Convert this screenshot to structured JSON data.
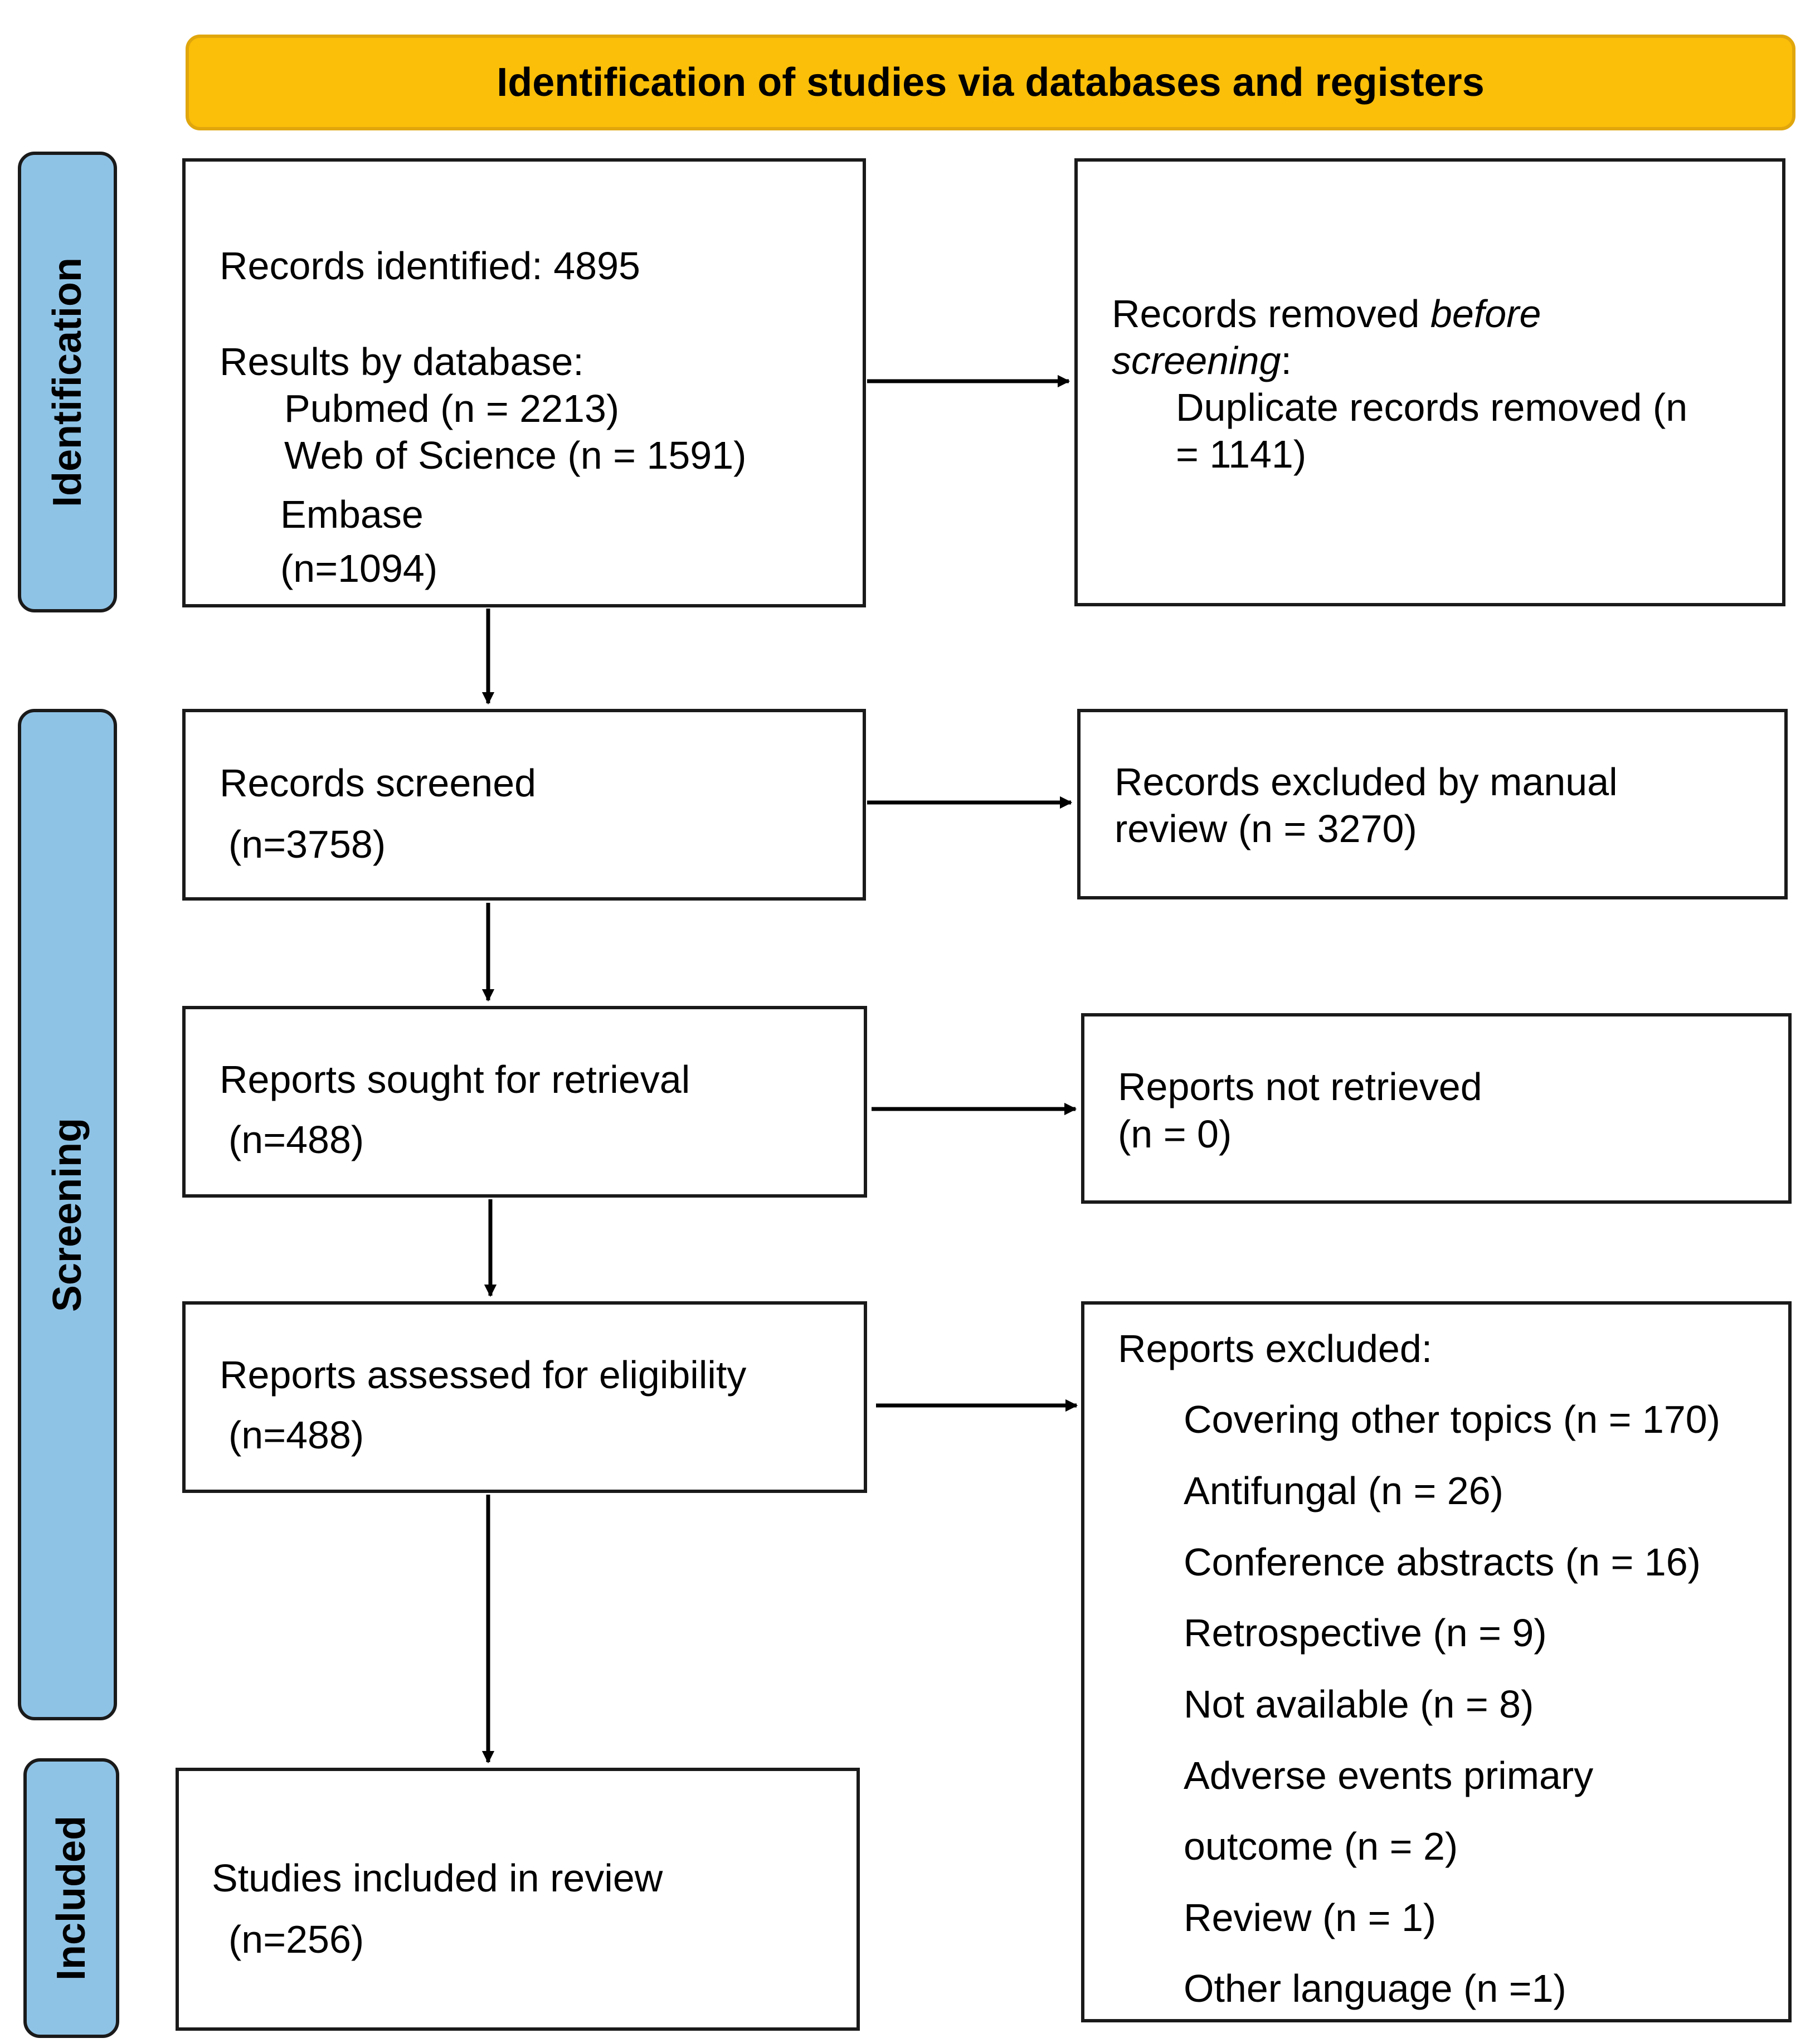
{
  "header": {
    "title": "Identification of studies via databases and registers"
  },
  "phases": {
    "identification": "Identification",
    "screening": "Screening",
    "included": "Included"
  },
  "identified": {
    "line1": "Records identified: 4895",
    "line2": "Results by database:",
    "line3": "Pubmed (n = 2213)",
    "line4": "Web of Science (n = 1591)",
    "line5": "Embase",
    "line6": "(n=1094)"
  },
  "removed": {
    "line1_a": "Records removed ",
    "line1_b": "before",
    "line2_a": "screening",
    "line2_b": ":",
    "line3": "Duplicate records removed  (n",
    "line4": "= 1141)"
  },
  "screened": {
    "line1": "Records screened",
    "line2": "(n=3758)"
  },
  "excluded_manual": {
    "line1": "Records excluded by manual",
    "line2": "review (n = 3270)"
  },
  "sought": {
    "line1": "Reports sought for retrieval",
    "line2": "(n=488)"
  },
  "not_retrieved": {
    "line1": "Reports not retrieved",
    "line2": "(n = 0)"
  },
  "assessed": {
    "line1": "Reports assessed for eligibility",
    "line2": "(n=488)"
  },
  "reports_excluded": {
    "title": "Reports excluded:",
    "items": [
      "Covering other topics (n = 170)",
      "Antifungal (n = 26)",
      "Conference abstracts (n = 16)",
      "Retrospective (n = 9)",
      "Not available (n = 8)",
      "Adverse events primary",
      "outcome (n = 2)",
      "Review (n = 1)",
      "Other language (n =1)"
    ]
  },
  "included": {
    "line1": "Studies included in review",
    "line2": "(n=256)"
  }
}
